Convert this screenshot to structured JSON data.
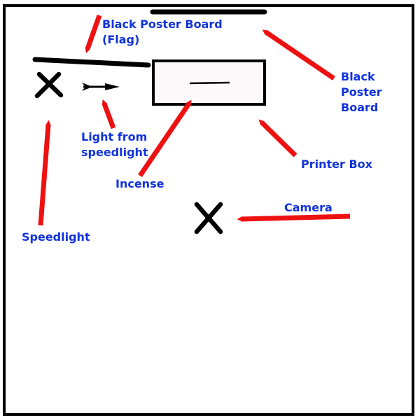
{
  "labels": {
    "flag": [
      "Black Poster Board",
      "(Flag)"
    ],
    "poster_board": [
      "Black",
      "Poster",
      "Board"
    ],
    "speedlight_light": [
      "Light from",
      "speedlight"
    ],
    "incense": "Incense",
    "printer_box": "Printer Box",
    "camera": "Camera",
    "speedlight": "Speedlight"
  },
  "colors": {
    "label": "#1133dd",
    "arrow": "#ee1111",
    "ink": "#000000",
    "box_fill": "#fdf8fa"
  }
}
